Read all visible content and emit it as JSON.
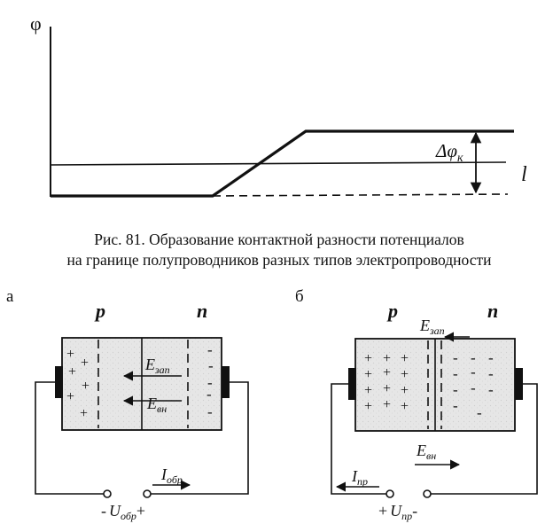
{
  "graph": {
    "y_axis_label": "φ",
    "x_axis_label": "l",
    "delta_label": "Δφ",
    "delta_subscript": "к"
  },
  "caption": {
    "line1": "Рис. 81. Образование контактной разности потенциалов",
    "line2": "на границе полупроводников разных типов электропроводности"
  },
  "panel_a": {
    "label": "а",
    "p_label": "p",
    "n_label": "n",
    "field_barrier": "E",
    "field_barrier_sub": "зап",
    "field_external": "E",
    "field_external_sub": "вн",
    "current": "I",
    "current_sub": "обр",
    "voltage_minus": "-",
    "voltage": "U",
    "voltage_sub": "обр",
    "voltage_plus": "+"
  },
  "panel_b": {
    "label": "б",
    "p_label": "p",
    "n_label": "n",
    "field_barrier": "E",
    "field_barrier_sub": "зап",
    "field_external": "E",
    "field_external_sub": "вн",
    "current": "I",
    "current_sub": "пр",
    "voltage_plus": "+",
    "voltage": "U",
    "voltage_sub": "пр",
    "voltage_minus": "-"
  }
}
